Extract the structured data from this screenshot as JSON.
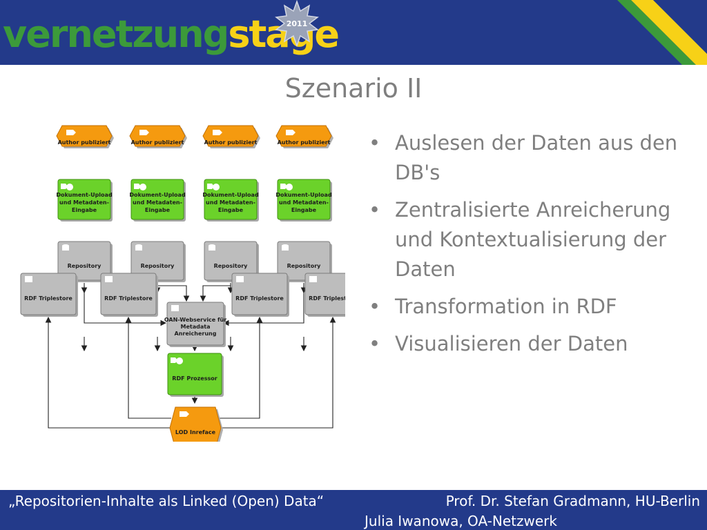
{
  "header": {
    "logo_part1": "vernetzung",
    "logo_part2": "stage",
    "badge_year": "2011"
  },
  "slide": {
    "title": "Szenario II",
    "bullets": [
      "Auslesen der Daten aus den DB's",
      "Zentralisierte Anreicherung und Kontextualisierung der Daten",
      "Transformation in RDF",
      "Visualisieren der Daten"
    ]
  },
  "diagram": {
    "columns": [
      {
        "event": "Author publiziert",
        "function": [
          "Dokument-Upload",
          "und Metadaten-",
          "Eingabe"
        ],
        "repository": "Repository",
        "triplestore": "RDF Triplestore"
      },
      {
        "event": "Author publiziert",
        "function": [
          "Dokument-Upload",
          "und Metadaten-",
          "Eingabe"
        ],
        "repository": "Repository",
        "triplestore": "RDF Triplestore"
      },
      {
        "event": "Author publiziert",
        "function": [
          "Dokument-Upload",
          "und Metadaten-",
          "Eingabe"
        ],
        "repository": "Repository",
        "triplestore": "RDF Triplestore"
      },
      {
        "event": "Author publiziert",
        "function": [
          "Dokument-Upload",
          "und Metadaten-",
          "Eingabe"
        ],
        "repository": "Repository",
        "triplestore": "RDF Triplestore"
      }
    ],
    "webservice": [
      "OAN-Webservice für",
      "Metadata",
      "Anreicherung"
    ],
    "processor": "RDF Prozessor",
    "interface": "LOD Inreface",
    "colors": {
      "event": "#f59a0f",
      "function": "#6bd22a",
      "system": "#bdbdbd"
    }
  },
  "footer": {
    "left": "„Repositorien-Inhalte als Linked (Open) Data“",
    "right_line1": "Prof. Dr. Stefan Gradmann, HU-Berlin",
    "right_line2": "Julia Iwanowa, OA-Netzwerk"
  }
}
